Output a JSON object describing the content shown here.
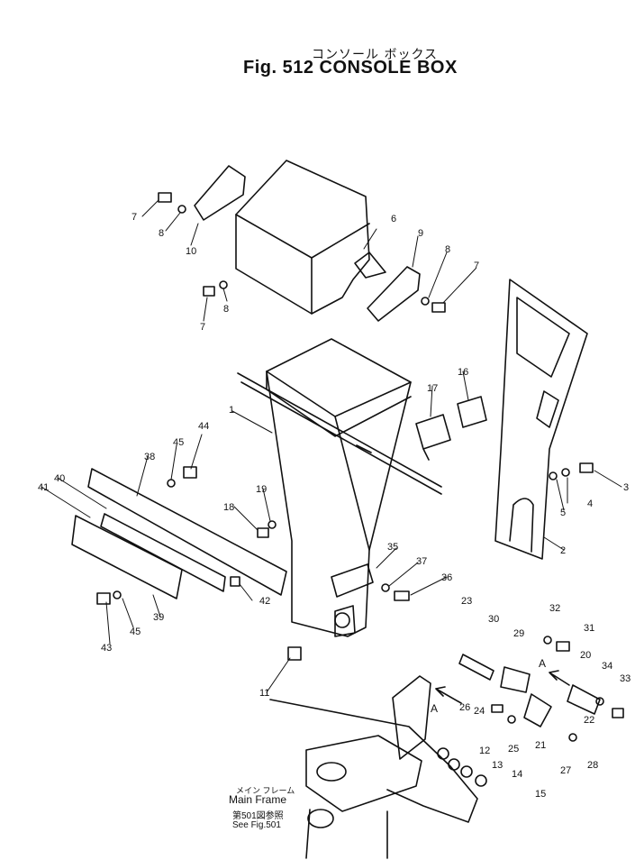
{
  "title": {
    "japanese": "コンソール ボックス",
    "english": "Fig. 512 CONSOLE BOX"
  },
  "part_labels": [
    "1",
    "2",
    "3",
    "4",
    "5",
    "6",
    "7",
    "7",
    "7",
    "8",
    "8",
    "8",
    "9",
    "10",
    "11",
    "12",
    "13",
    "14",
    "15",
    "16",
    "17",
    "18",
    "19",
    "20",
    "21",
    "22",
    "23",
    "24",
    "25",
    "26",
    "27",
    "28",
    "29",
    "30",
    "31",
    "32",
    "33",
    "34",
    "35",
    "36",
    "37",
    "38",
    "39",
    "40",
    "41",
    "42",
    "43",
    "44",
    "45",
    "45"
  ],
  "view_marker": "A",
  "reference_note": {
    "jp_main": "メイン フレーム",
    "en_main": "Main Frame",
    "jp_ref": "第501図参照",
    "en_ref": "See Fig.501"
  },
  "colors": {
    "ink": "#111111",
    "paper": "#ffffff"
  }
}
